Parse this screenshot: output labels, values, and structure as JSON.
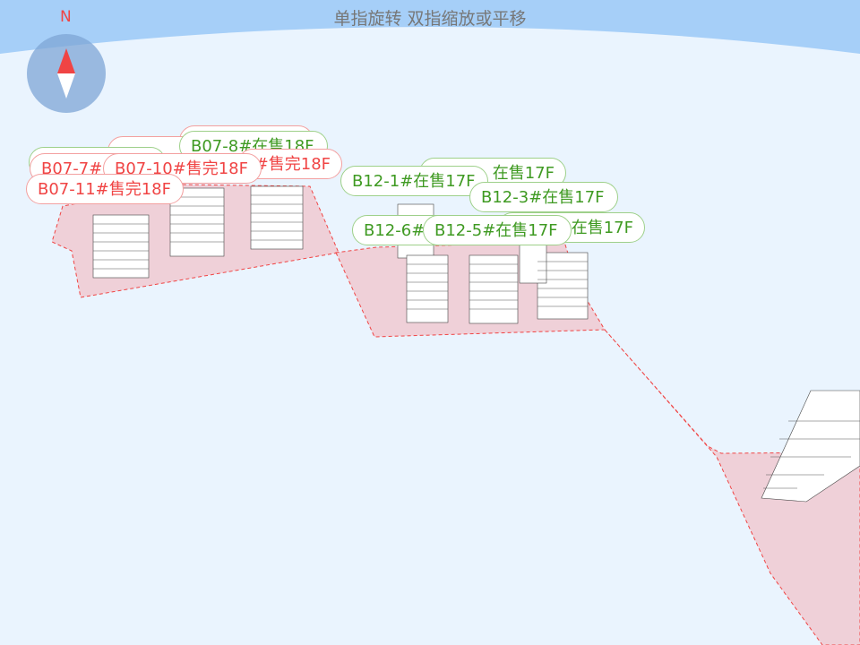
{
  "hint": "单指旋转 双指缩放或平移",
  "compass": {
    "north_label": "N"
  },
  "labels": {
    "b07_8": "B07-8#在售18F",
    "b07_9_partial": "#售完18F",
    "b07_7_partial": "B07-7#",
    "b07_10": "B07-10#售完18F",
    "b07_11": "B07-11#售完18F",
    "b12_2_partial": "在售17F",
    "b12_1": "B12-1#在售17F",
    "b12_3": "B12-3#在售17F",
    "b12_4_partial": "在售17F",
    "b12_6_partial": "B12-6#",
    "b12_5": "B12-5#在售17F"
  },
  "colors": {
    "on_sale": "#3f9a22",
    "sold_out": "#f04444",
    "plot_fill": "#f0d0d8"
  }
}
